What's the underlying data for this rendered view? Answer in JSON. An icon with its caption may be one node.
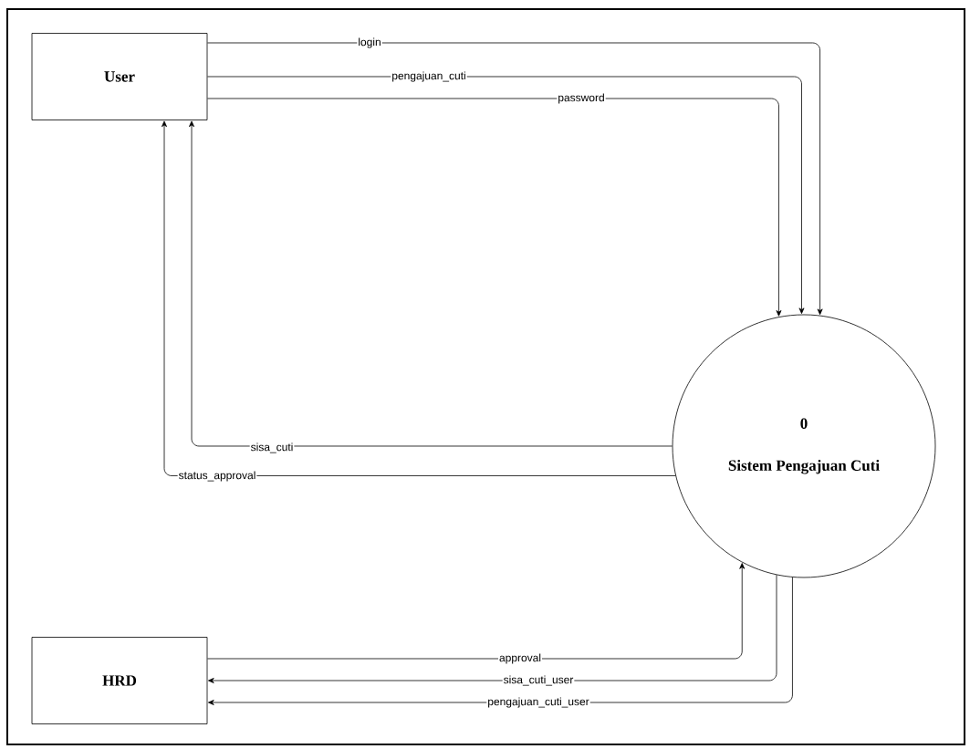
{
  "diagram": {
    "nodes": [
      {
        "text": [
          "User"
        ]
      },
      {
        "text": [
          "HRD"
        ]
      },
      {
        "text": [
          "0",
          "Sistem Pengajuan Cuti"
        ]
      }
    ],
    "edges": [
      {
        "from": 0,
        "to": 2,
        "arrow": "to",
        "label": "login"
      },
      {
        "from": 0,
        "to": 2,
        "arrow": "to",
        "label": "pengajuan_cuti"
      },
      {
        "from": 0,
        "to": 2,
        "arrow": "to",
        "label": "password"
      },
      {
        "from": 2,
        "to": 0,
        "arrow": "to",
        "label": "sisa_cuti"
      },
      {
        "from": 2,
        "to": 0,
        "arrow": "to",
        "label": "status_approval"
      },
      {
        "from": 1,
        "to": 2,
        "arrow": "to",
        "label": "approval"
      },
      {
        "from": 2,
        "to": 1,
        "arrow": "to",
        "label": "sisa_cuti_user"
      },
      {
        "from": 2,
        "to": 1,
        "arrow": "to",
        "label": "pengajuan_cuti_user"
      }
    ]
  }
}
